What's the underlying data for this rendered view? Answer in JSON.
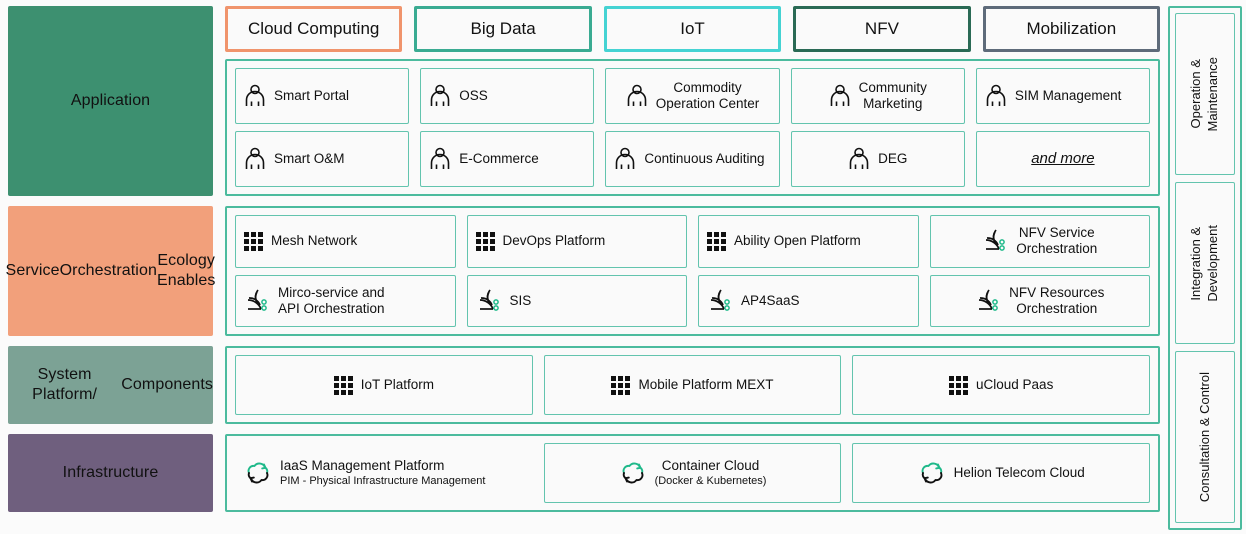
{
  "colors": {
    "app_layer": "#3d9070",
    "service_layer": "#f2a07b",
    "system_layer": "#7ca295",
    "infra_layer": "#6f5f7e",
    "panel_border": "#4cbb9e",
    "cell_border": "#63c4ae",
    "tab_cloud": "#f0946c",
    "tab_bigdata": "#3aab92",
    "tab_iot": "#45d3d3",
    "tab_nfv": "#2a6a55",
    "tab_mob": "#5e6b7a"
  },
  "tabs": [
    {
      "label": "Cloud Computing",
      "color": "#f0946c"
    },
    {
      "label": "Big Data",
      "color": "#3aab92"
    },
    {
      "label": "IoT",
      "color": "#45d3d3"
    },
    {
      "label": "NFV",
      "color": "#2a6a55"
    },
    {
      "label": "Mobilization",
      "color": "#5e6b7a"
    }
  ],
  "layers": [
    {
      "id": "application",
      "label": "Application",
      "color": "#3d9070",
      "rows": [
        [
          {
            "icon": "person-icon",
            "label": "Smart Portal",
            "align": "left"
          },
          {
            "icon": "person-icon",
            "label": "OSS",
            "align": "left"
          },
          {
            "icon": "person-icon",
            "label": "Commodity\nOperation Center",
            "align": "center"
          },
          {
            "icon": "person-icon",
            "label": "Community\nMarketing",
            "align": "center"
          },
          {
            "icon": "person-icon",
            "label": "SIM Management",
            "align": "left"
          }
        ],
        [
          {
            "icon": "person-icon",
            "label": "Smart O&M",
            "align": "left"
          },
          {
            "icon": "person-icon",
            "label": "E-Commerce",
            "align": "left"
          },
          {
            "icon": "person-icon",
            "label": "Continuous Auditing",
            "align": "left"
          },
          {
            "icon": "person-icon",
            "label": "DEG",
            "align": "center"
          },
          {
            "icon": "none",
            "label": "and more",
            "align": "center",
            "style": "italic-underline"
          }
        ]
      ]
    },
    {
      "id": "service-orchestration",
      "label": "Service\nOrchestration\nEcology Enables",
      "color": "#f2a07b",
      "rows": [
        [
          {
            "icon": "grid-dots-icon",
            "label": "Mesh Network",
            "align": "left"
          },
          {
            "icon": "grid-dots-icon",
            "label": "DevOps Platform",
            "align": "left"
          },
          {
            "icon": "grid-dots-icon",
            "label": "Ability Open Platform",
            "align": "left"
          },
          {
            "icon": "orchestration-icon",
            "label": "NFV Service\nOrchestration",
            "align": "center"
          }
        ],
        [
          {
            "icon": "orchestration-icon",
            "label": "Mirco-service and\nAPI Orchestration",
            "align": "left"
          },
          {
            "icon": "orchestration-icon",
            "label": "SIS",
            "align": "left"
          },
          {
            "icon": "orchestration-icon",
            "label": "AP4SaaS",
            "align": "left"
          },
          {
            "icon": "orchestration-icon",
            "label": "NFV Resources\nOrchestration",
            "align": "center"
          }
        ]
      ]
    },
    {
      "id": "system-platform",
      "label": "System Platform/\nComponents",
      "color": "#7ca295",
      "rows": [
        [
          {
            "icon": "grid-dots-icon",
            "label": "IoT Platform",
            "align": "center"
          },
          {
            "icon": "grid-dots-icon",
            "label": "Mobile Platform MEXT",
            "align": "center"
          },
          {
            "icon": "grid-dots-icon",
            "label": "uCloud Paas",
            "align": "center"
          }
        ]
      ]
    },
    {
      "id": "infrastructure",
      "label": "Infrastructure",
      "color": "#6f5f7e",
      "rows": [
        [
          {
            "icon": "cloud-sync-icon",
            "label": "IaaS Management Platform",
            "sub": "PIM - Physical Infrastructure Management",
            "align": "left",
            "bordered": false
          },
          {
            "icon": "cloud-sync-icon",
            "label": "Container Cloud",
            "sub": "(Docker & Kubernetes)",
            "align": "center",
            "bordered": true
          },
          {
            "icon": "cloud-sync-icon",
            "label": "Helion Telecom Cloud",
            "align": "center",
            "bordered": true
          }
        ]
      ]
    }
  ],
  "rail": [
    {
      "id": "operation-maintenance",
      "label": "Operation &\nMaintenance"
    },
    {
      "id": "integration-development",
      "label": "Integration &\nDevelopment"
    },
    {
      "id": "consultation-control",
      "label": "Consultation & Control"
    }
  ]
}
